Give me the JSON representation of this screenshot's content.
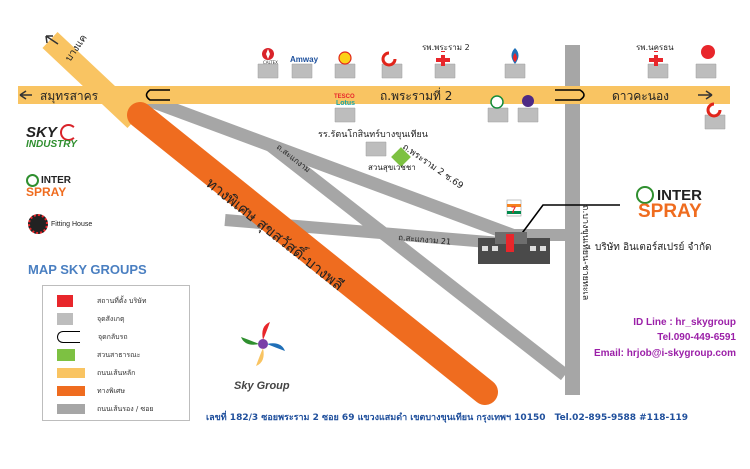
{
  "roads": {
    "rama2_main": "ถ.พระรามที่ 2",
    "west_direction": "สมุทรสาคร",
    "east_direction": "ดาวคะนอง",
    "bangkhae": "บางแค",
    "special_highway": "ทางพิเศษ สุขสวัสดิ์-บางพลี",
    "sakaeng": "ถ.สะแกงาม",
    "sakaeng21": "ถ.สะแกงาม 21",
    "rama2_soi69": "ถ.พระราม 2 ซ.69",
    "bangkhunthian": "ถ.บางขุนเทียน-ชายทะเล"
  },
  "landmarks": {
    "hospital_rama2": "รพ.พระราม 2",
    "hospital_nakhon": "รพ.นครธน",
    "tesco_a": "TESCO",
    "tesco_b": "Lotus",
    "amway": "Amway",
    "caltex": "CALTEX",
    "school": "รร.รัตนโกสินทร์บางขุนเทียน",
    "park": "สวนสุขเวชชา",
    "sevenEleven": "7"
  },
  "company": {
    "logo_a": "INTER",
    "logo_b": "SPRAY",
    "name_th": "บริษัท อินเตอร์สเปรย์ จำกัด"
  },
  "group_logos": {
    "sky_industry_a": "SKY",
    "sky_industry_b": "INDUSTRY",
    "interspray_a": "INTER",
    "interspray_b": "SPRAY",
    "fitting_house": "Fitting House",
    "heading": "MAP SKY GROUPS",
    "sky_group": "Sky Group"
  },
  "legend": [
    {
      "label": "สถานที่ตั้ง บริษัท",
      "color": "#e8262b"
    },
    {
      "label": "จุดสังเกตุ",
      "color": "#bdbdbd"
    },
    {
      "label": "จุดกลับรถ",
      "color": "#000000"
    },
    {
      "label": "สวนสาธารณะ",
      "color": "#7dc142"
    },
    {
      "label": "ถนนเส้นหลัก",
      "color": "#f9c462"
    },
    {
      "label": "ทางพิเศษ",
      "color": "#ef6c1f"
    },
    {
      "label": "ถนนเส้นรอง / ซอย",
      "color": "#a6a6a6"
    }
  ],
  "contact": {
    "line": "ID Line : hr_skygroup",
    "tel": "Tel.090-449-6591",
    "email": "Email: hrjob@i-skygroup.com"
  },
  "footer": {
    "address": "เลขที่ 182/3 ซอยพระราม 2 ซอย 69 แขวงแสมดำ เขตบางขุนเทียน กรุงเทพฯ 10150",
    "phone": "Tel.02-895-9588 #118-119"
  },
  "colors": {
    "main_road": "#f9c462",
    "expressway": "#ef6c1f",
    "secondary_road": "#a6a6a6",
    "company_red": "#e8262b",
    "contact_purple": "#9b1fa8",
    "heading_blue": "#4a7fc1"
  }
}
